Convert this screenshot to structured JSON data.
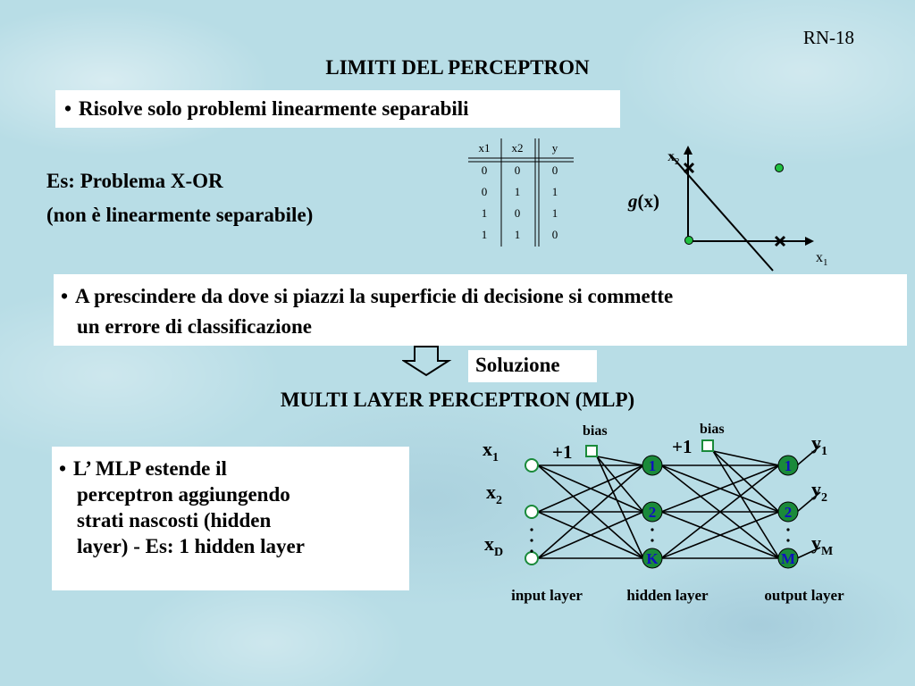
{
  "slide_number": "RN-18",
  "title": "LIMITI DEL PERCEPTRON",
  "bullet1": "Risolve solo problemi linearmente separabili",
  "example": {
    "line1": "Es: Problema X-OR",
    "line2": "(non è linearmente separabile)"
  },
  "xor_table": {
    "headers": [
      "x1",
      "x2",
      "y"
    ],
    "rows": [
      [
        "0",
        "0",
        "0"
      ],
      [
        "0",
        "1",
        "1"
      ],
      [
        "1",
        "0",
        "1"
      ],
      [
        "1",
        "1",
        "0"
      ]
    ]
  },
  "xor_plot": {
    "x_axis_label": "x1",
    "y_axis_label": "x2",
    "function_label": "g(x)"
  },
  "bullet2": {
    "line1": "A prescindere da dove si piazzi la superficie di decisione si commette",
    "line2": "un errore di classificazione"
  },
  "solution_label": "Soluzione",
  "mlp_title": "MULTI LAYER PERCEPTRON (MLP)",
  "bullet3": {
    "lines": [
      "L’ MLP estende il",
      "perceptron aggiungendo",
      "strati nascosti (hidden",
      "layer) - Es: 1 hidden layer"
    ]
  },
  "network": {
    "inputs": [
      "x1",
      "x2",
      "xD"
    ],
    "hidden_nodes": [
      "1",
      "2",
      "K"
    ],
    "output_nodes": [
      "1",
      "2",
      "M"
    ],
    "outputs": [
      "y1",
      "y2",
      "yM"
    ],
    "bias_label": "bias",
    "bias_value": "+1",
    "layer_labels": [
      "input layer",
      "hidden layer",
      "output layer"
    ],
    "node_color": "#1a8a3a",
    "node_label_color": "#1010c0"
  }
}
